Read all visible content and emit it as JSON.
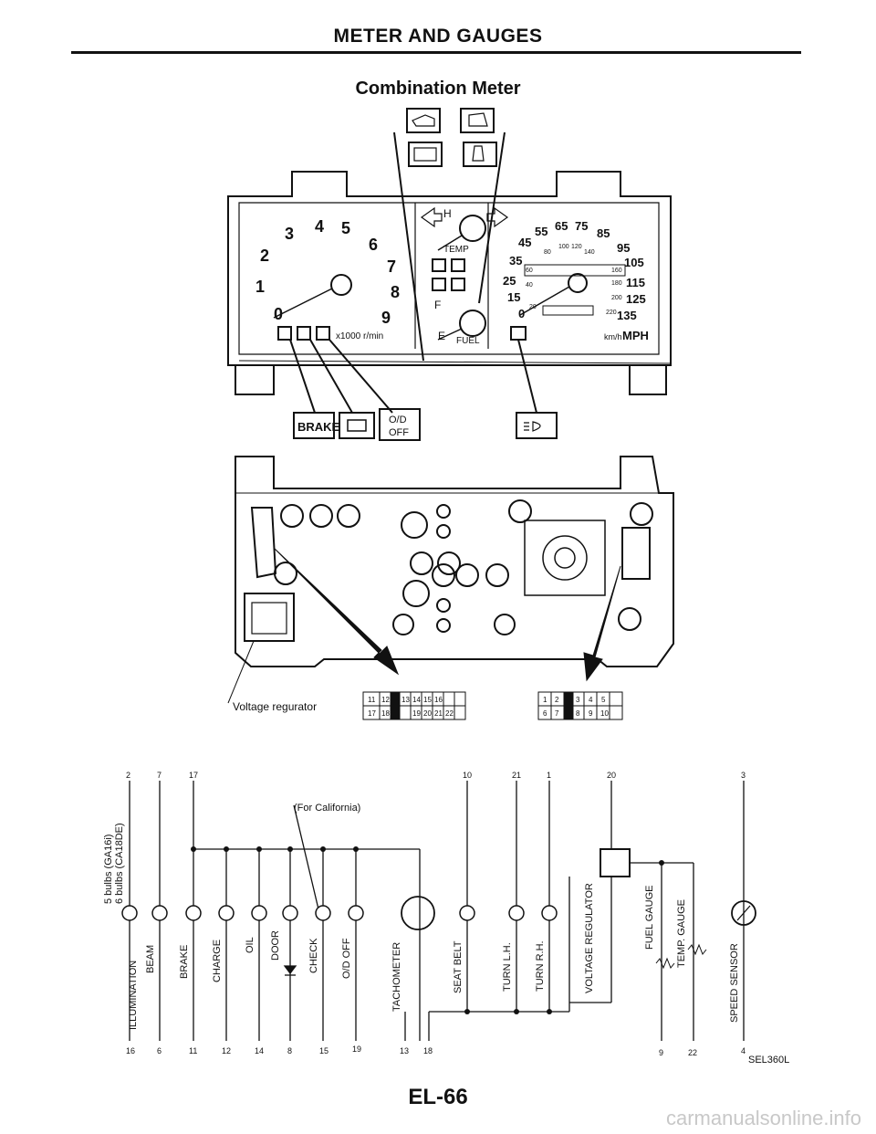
{
  "header": {
    "title": "METER AND GAUGES"
  },
  "section": {
    "title": "Combination Meter"
  },
  "meter": {
    "tach_numbers": [
      "0",
      "1",
      "2",
      "3",
      "4",
      "5",
      "6",
      "7",
      "8",
      "9"
    ],
    "tach_unit": "x1000 r/min",
    "temp_gauge": {
      "high": "H",
      "label": "TEMP"
    },
    "fuel_gauge": {
      "full": "F",
      "empty": "E",
      "label": "FUEL"
    },
    "speed_mph_numbers": [
      "0",
      "15",
      "25",
      "35",
      "45",
      "55",
      "65",
      "75",
      "85",
      "95",
      "105",
      "115",
      "125",
      "135"
    ],
    "speed_kmh_numbers": [
      "20",
      "40",
      "60",
      "80",
      "100",
      "120",
      "140",
      "160",
      "180",
      "200",
      "220"
    ],
    "speed_unit_kmh": "km/h",
    "speed_unit_mph": "MPH",
    "warning_labels": {
      "brake": "BRAKE",
      "od_off_line1": "O/D",
      "od_off_line2": "OFF"
    },
    "warning_icons": [
      "oil-can-icon",
      "door-open-icon",
      "check-engine-icon",
      "seat-belt-icon",
      "battery-icon",
      "high-beam-icon"
    ]
  },
  "rear_view": {
    "voltage_label": "Voltage regurator",
    "connector_left_top": [
      "11",
      "12",
      "13",
      "14",
      "15",
      "16"
    ],
    "connector_left_bottom": [
      "17",
      "18",
      "19",
      "20",
      "21",
      "22"
    ],
    "connector_right_top": [
      "1",
      "2",
      "3",
      "4",
      "5"
    ],
    "connector_right_bottom": [
      "6",
      "7",
      "8",
      "9",
      "10"
    ]
  },
  "schematic": {
    "top_terminals": [
      "2",
      "7",
      "17",
      "10",
      "21",
      "1",
      "20",
      "3"
    ],
    "bottom_terminals": [
      "16",
      "6",
      "11",
      "12",
      "14",
      "8",
      "15",
      "19",
      "13",
      "18",
      "9",
      "22",
      "4"
    ],
    "bulb_note_line1": "5 bulbs (GA16i)",
    "bulb_note_line2": "6 bulbs (CA18DE)",
    "california_note": "(For California)",
    "labels": [
      "ILLUMINATION",
      "BEAM",
      "BRAKE",
      "CHARGE",
      "OIL",
      "DOOR",
      "CHECK",
      "O/D OFF",
      "TACHOMETER",
      "SEAT BELT",
      "TURN L.H.",
      "TURN R.H.",
      "VOLTAGE REGULATOR",
      "FUEL GAUGE",
      "TEMP. GAUGE",
      "SPEED SENSOR"
    ]
  },
  "footer": {
    "page_code": "EL-66",
    "ref_code": "SEL360L",
    "watermark": "carmanualsonline.info"
  }
}
